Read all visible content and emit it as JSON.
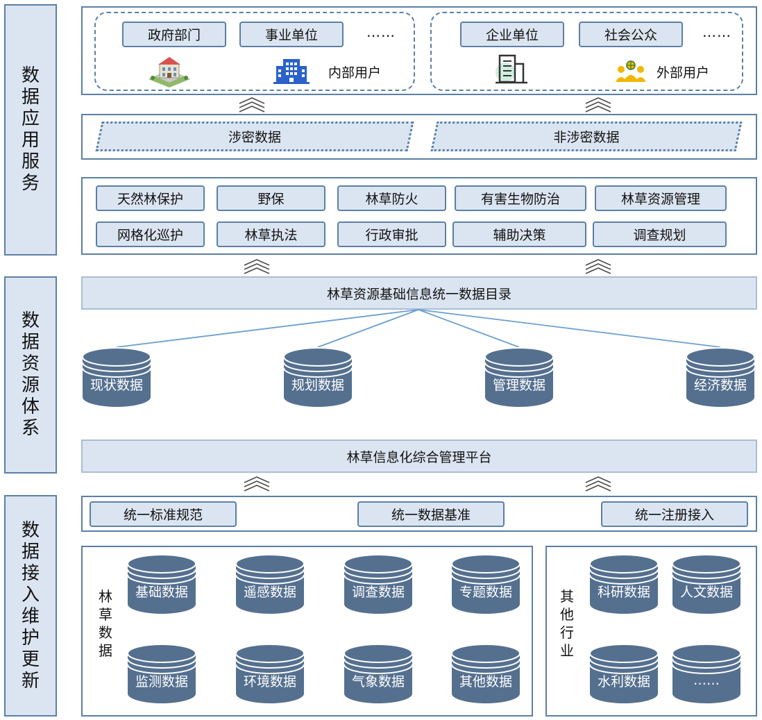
{
  "sections": {
    "app": "数据应用服务",
    "resource": "数据资源体系",
    "access": "数据接入维护更新"
  },
  "users": {
    "internal": {
      "items": [
        "政府部门",
        "事业单位"
      ],
      "more": "……",
      "label": "内部用户"
    },
    "external": {
      "items": [
        "企业单位",
        "社会公众"
      ],
      "more": "……",
      "label": "外部用户"
    }
  },
  "data_classes": {
    "classified": "涉密数据",
    "unclassified": "非涉密数据"
  },
  "applications": {
    "row1": [
      "天然林保护",
      "野保",
      "林草防火",
      "有害生物防治",
      "林草资源管理"
    ],
    "row2": [
      "网格化巡护",
      "林草执法",
      "行政审批",
      "辅助决策",
      "调查规划"
    ]
  },
  "catalog": "林草资源基础信息统一数据目录",
  "resource_dbs": [
    "现状数据",
    "规划数据",
    "管理数据",
    "经济数据"
  ],
  "platform": "林草信息化综合管理平台",
  "standards": [
    "统一标准规范",
    "统一数据基准",
    "统一注册接入"
  ],
  "forestry": {
    "label": "林草数据",
    "row1": [
      "基础数据",
      "遥感数据",
      "调查数据",
      "专题数据"
    ],
    "row2": [
      "监测数据",
      "环境数据",
      "气象数据",
      "其他数据"
    ]
  },
  "other_industry": {
    "label": "其他行业",
    "row1": [
      "科研数据",
      "人文数据"
    ],
    "row2": [
      "水利数据",
      "……"
    ]
  },
  "colors": {
    "panel_border": "#5b7fa6",
    "fill_light": "#dbe5f1",
    "db_fill": "#55708f",
    "connector": "#6a9fd0"
  }
}
